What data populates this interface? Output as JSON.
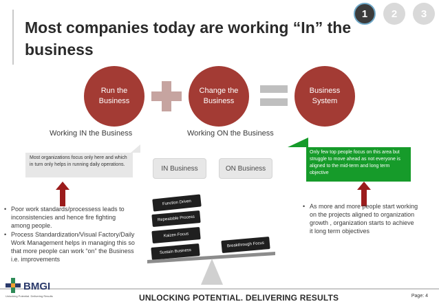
{
  "header": {
    "title": "Most companies today are working “In” the business",
    "page_numbers": [
      "1",
      "2",
      "3"
    ],
    "active_page": "1"
  },
  "diagram": {
    "circle_run": "Run the Business",
    "circle_change": "Change the Business",
    "circle_system": "Business System",
    "caption_in": "Working IN the Business",
    "caption_on": "Working ON the Business",
    "grey_note": "Most organizations focus only here and which in turn only helps in running daily operations.",
    "green_note": "Only few top people focus on this area but struggle to move ahead as not everyone is aligned to the mid-term and long term objective",
    "in_business": "IN Business",
    "on_business": "ON Business"
  },
  "left_bullets": [
    "Poor work standards/processess leads to inconsistencies and hence fire fighting among people.",
    "Process Standardization/Visual Factory/Daily Work Management helps in managing  this so that more people can work “on” the Business i.e. improvements"
  ],
  "right_bullets": [
    "As more and more people start working on the projects aligned to organization growth , organization starts to achieve it long term objectives"
  ],
  "seesaw": {
    "blocks_left": [
      "Function Driven",
      "Repeatable Process",
      "Kaizen Focus",
      "Sustain Business"
    ],
    "block_right": "Breakthrough Focus"
  },
  "footer": {
    "logo": "BMGI",
    "logo_sub": "Unlocking Potential. Delivering Results",
    "tagline": "UNLOCKING POTENTIAL. DELIVERING RESULTS",
    "page_label": "Page: 4"
  },
  "colors": {
    "circle": "#a33b34",
    "green_note": "#169b2a",
    "arrow": "#9b1c1c",
    "plus": "#c6a4a0"
  }
}
